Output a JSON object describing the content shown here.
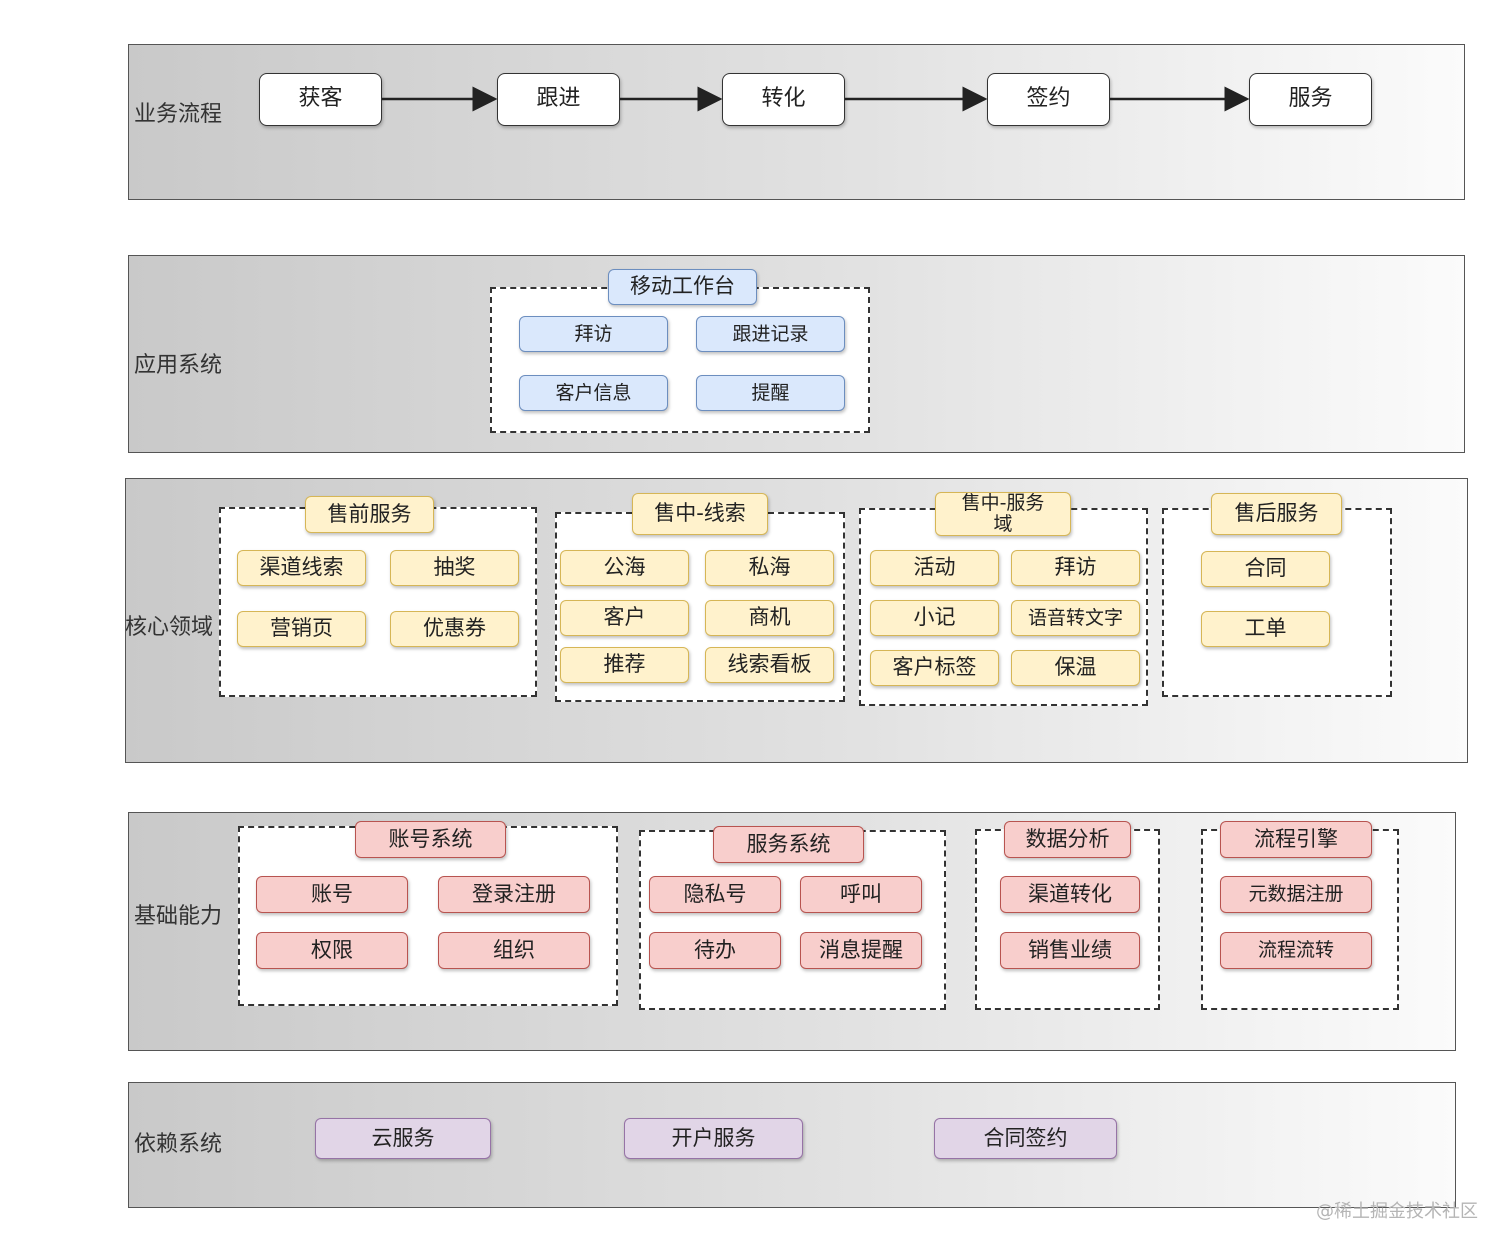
{
  "layers": {
    "business_process": {
      "label": "业务流程",
      "steps": [
        "获客",
        "跟进",
        "转化",
        "签约",
        "服务"
      ]
    },
    "application_system": {
      "label": "应用系统",
      "group_title": "移动工作台",
      "items": [
        "拜访",
        "跟进记录",
        "客户信息",
        "提醒"
      ]
    },
    "core_domain": {
      "label": "核心领域",
      "groups": [
        {
          "title": "售前服务",
          "items": [
            "渠道线索",
            "抽奖",
            "营销页",
            "优惠券"
          ]
        },
        {
          "title": "售中-线索",
          "items": [
            "公海",
            "私海",
            "客户",
            "商机",
            "推荐",
            "线索看板"
          ]
        },
        {
          "title": "售中-服务域",
          "items": [
            "活动",
            "拜访",
            "小记",
            "语音转文字",
            "客户标签",
            "保温"
          ]
        },
        {
          "title": "售后服务",
          "items": [
            "合同",
            "工单"
          ]
        }
      ]
    },
    "basic_capability": {
      "label": "基础能力",
      "groups": [
        {
          "title": "账号系统",
          "items": [
            "账号",
            "登录注册",
            "权限",
            "组织"
          ]
        },
        {
          "title": "服务系统",
          "items": [
            "隐私号",
            "呼叫",
            "待办",
            "消息提醒"
          ]
        },
        {
          "title": "数据分析",
          "items": [
            "渠道转化",
            "销售业绩"
          ]
        },
        {
          "title": "流程引擎",
          "items": [
            "元数据注册",
            "流程流转"
          ]
        }
      ]
    },
    "dependency_system": {
      "label": "依赖系统",
      "items": [
        "云服务",
        "开户服务",
        "合同签约"
      ]
    }
  },
  "watermark": "@稀土掘金技术社区"
}
